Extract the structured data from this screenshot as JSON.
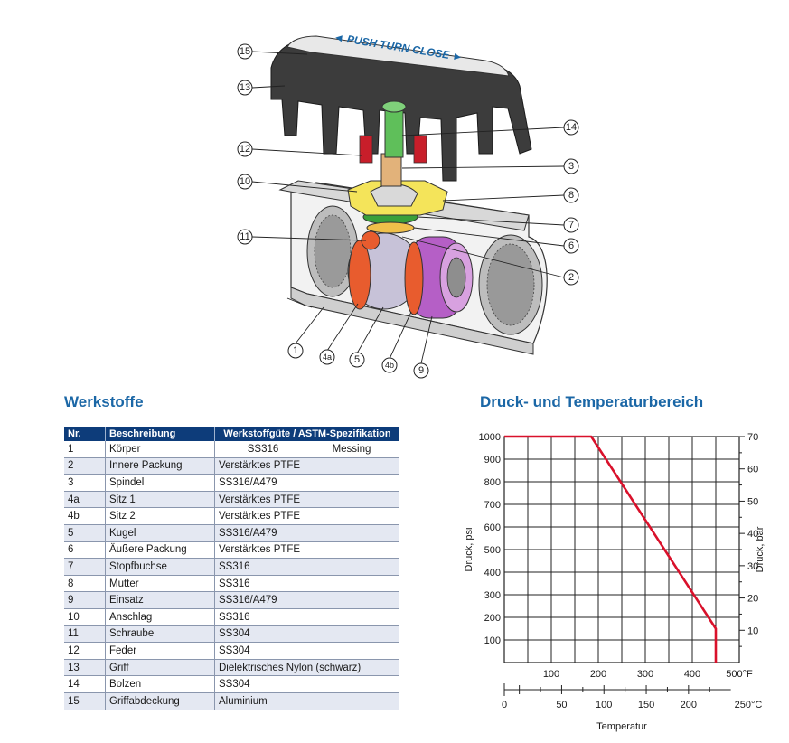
{
  "diagram": {
    "handle_label": "◄ PUSH TURN CLOSE ►",
    "callouts": [
      "15",
      "13",
      "12",
      "10",
      "11",
      "14",
      "3",
      "8",
      "7",
      "6",
      "2",
      "1",
      "4a",
      "5",
      "4b",
      "9"
    ]
  },
  "werkstoffe": {
    "title": "Werkstoffe",
    "headers": [
      "Nr.",
      "Beschreibung",
      "Werkstoffgüte / ASTM-Spezifikation"
    ],
    "rows": [
      {
        "nr": "1",
        "desc": "Körper",
        "mat": "SS316",
        "mat2": "Messing"
      },
      {
        "nr": "2",
        "desc": "Innere Packung",
        "mat": "Verstärktes PTFE"
      },
      {
        "nr": "3",
        "desc": "Spindel",
        "mat": "SS316/A479"
      },
      {
        "nr": "4a",
        "desc": "Sitz 1",
        "mat": "Verstärktes PTFE"
      },
      {
        "nr": "4b",
        "desc": "Sitz 2",
        "mat": "Verstärktes PTFE"
      },
      {
        "nr": "5",
        "desc": "Kugel",
        "mat": "SS316/A479"
      },
      {
        "nr": "6",
        "desc": "Äußere Packung",
        "mat": "Verstärktes PTFE"
      },
      {
        "nr": "7",
        "desc": "Stopfbuchse",
        "mat": "SS316"
      },
      {
        "nr": "8",
        "desc": "Mutter",
        "mat": "SS316"
      },
      {
        "nr": "9",
        "desc": "Einsatz",
        "mat": "SS316/A479"
      },
      {
        "nr": "10",
        "desc": "Anschlag",
        "mat": "SS316"
      },
      {
        "nr": "11",
        "desc": "Schraube",
        "mat": "SS304"
      },
      {
        "nr": "12",
        "desc": "Feder",
        "mat": "SS304"
      },
      {
        "nr": "13",
        "desc": "Griff",
        "mat": "Dielektrisches Nylon (schwarz)"
      },
      {
        "nr": "14",
        "desc": "Bolzen",
        "mat": "SS304"
      },
      {
        "nr": "15",
        "desc": "Griffabdeckung",
        "mat": "Aluminium"
      }
    ]
  },
  "chart_title": "Druck- und Temperaturbereich",
  "chart_data": {
    "type": "line",
    "title": "Druck- und Temperaturbereich",
    "xlabel": "Temperatur",
    "ylabel": "Druck, psi",
    "ylabel_right": "Druck, bar",
    "x_unit_f": "500°F",
    "x_unit_c": "250°C",
    "xlim_f": [
      0,
      500
    ],
    "ylim_psi": [
      0,
      1000
    ],
    "ylim_bar": [
      0,
      70
    ],
    "x_ticks_f": [
      "100",
      "200",
      "300",
      "400"
    ],
    "x_ticks_c": [
      "0",
      "50",
      "100",
      "150",
      "200"
    ],
    "y_ticks_psi": [
      "100",
      "200",
      "300",
      "400",
      "500",
      "600",
      "700",
      "800",
      "900",
      "1000"
    ],
    "y_ticks_bar": [
      "10",
      "20",
      "30",
      "40",
      "50",
      "60",
      "70"
    ],
    "grid": true,
    "series": [
      {
        "color": "#d9112b",
        "x_f": [
          0,
          185,
          450,
          450
        ],
        "y_psi": [
          1000,
          1000,
          150,
          0
        ]
      }
    ]
  }
}
